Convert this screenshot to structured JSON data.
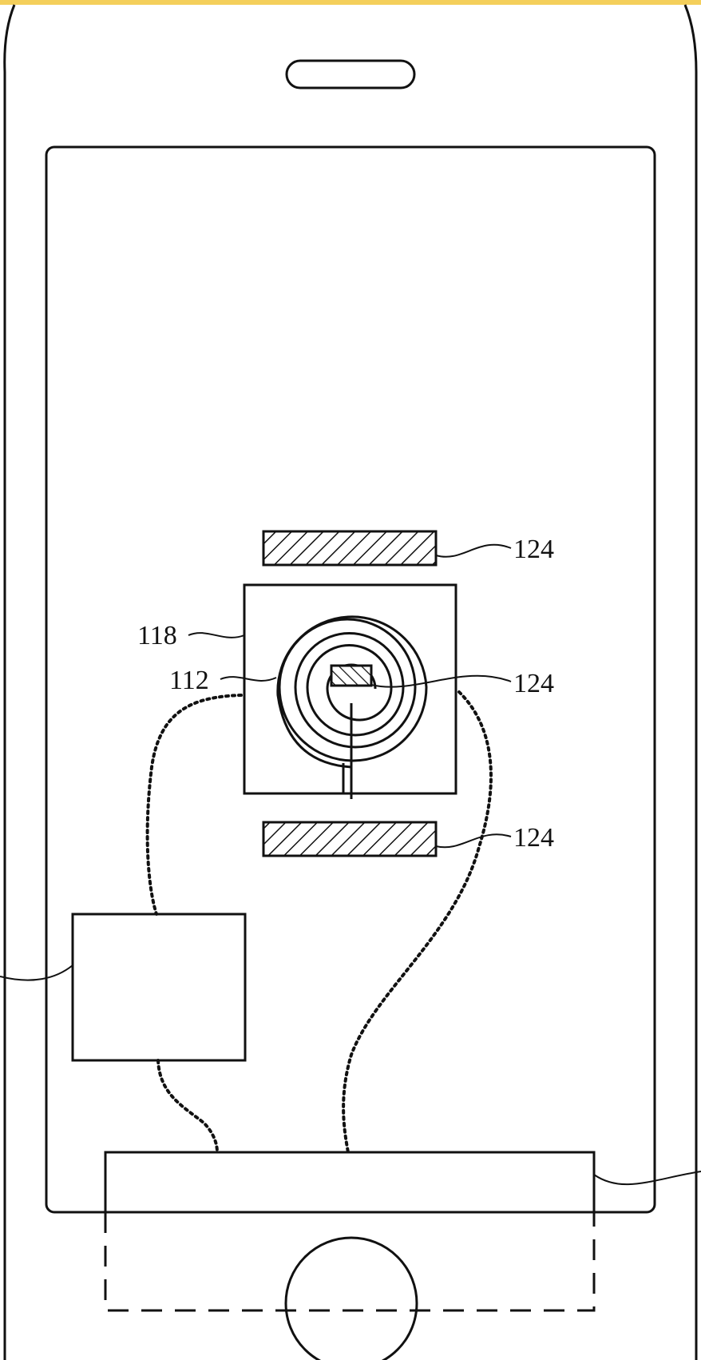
{
  "colors": {
    "top_strip": "#f4cf5b",
    "ink": "#111111",
    "background": "#ffffff"
  },
  "diagram": {
    "labels": {
      "shield_top": "124",
      "chip_center": "124",
      "shield_bottom": "124",
      "housing": "118",
      "coil": "112"
    }
  }
}
